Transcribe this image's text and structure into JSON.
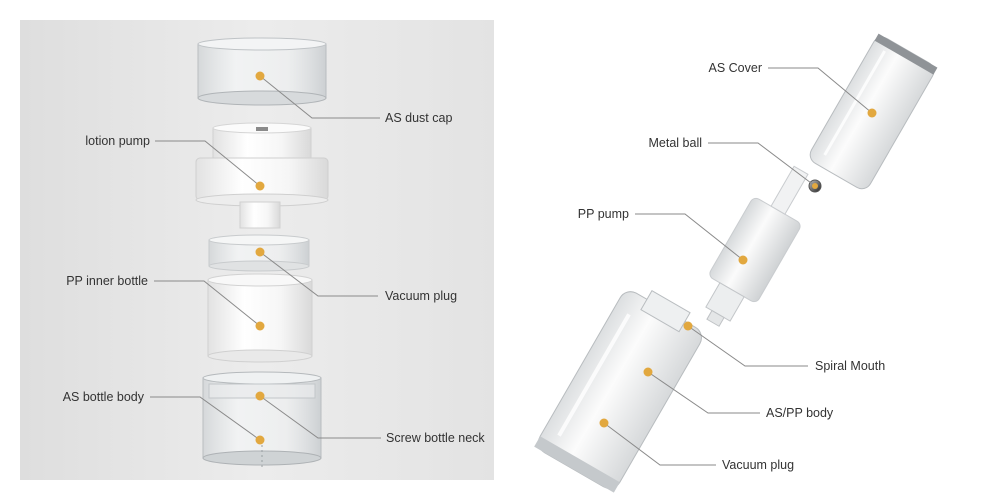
{
  "left_figure": {
    "labels": {
      "dust_cap": "AS dust cap",
      "lotion_pump": "lotion pump",
      "vacuum_plug": "Vacuum plug",
      "inner_bottle": "PP inner bottle",
      "bottle_body": "AS bottle body",
      "screw_neck": "Screw bottle neck"
    }
  },
  "right_figure": {
    "labels": {
      "cover": "AS Cover",
      "metal_ball": "Metal ball",
      "pump": "PP pump",
      "spiral_mouth": "Spiral Mouth",
      "body": "AS/PP body",
      "vacuum_plug": "Vacuum plug"
    }
  },
  "colors": {
    "panel_bg": "#e6e6e6",
    "dot": "#e2a83f",
    "leader_line": "#8a8a8a",
    "label_text": "#333333"
  }
}
